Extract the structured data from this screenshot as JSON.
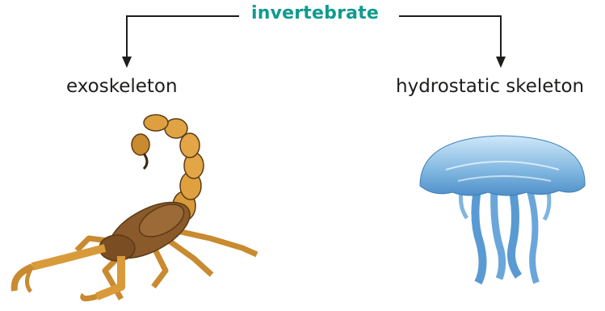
{
  "diagram": {
    "root": {
      "label": "invertebrate",
      "color": "#0f9b8e"
    },
    "branches": [
      {
        "label": "exoskeleton",
        "illustration": "scorpion"
      },
      {
        "label": "hydrostatic skeleton",
        "illustration": "jellyfish"
      }
    ],
    "connector_color": "#1d1d1b"
  }
}
